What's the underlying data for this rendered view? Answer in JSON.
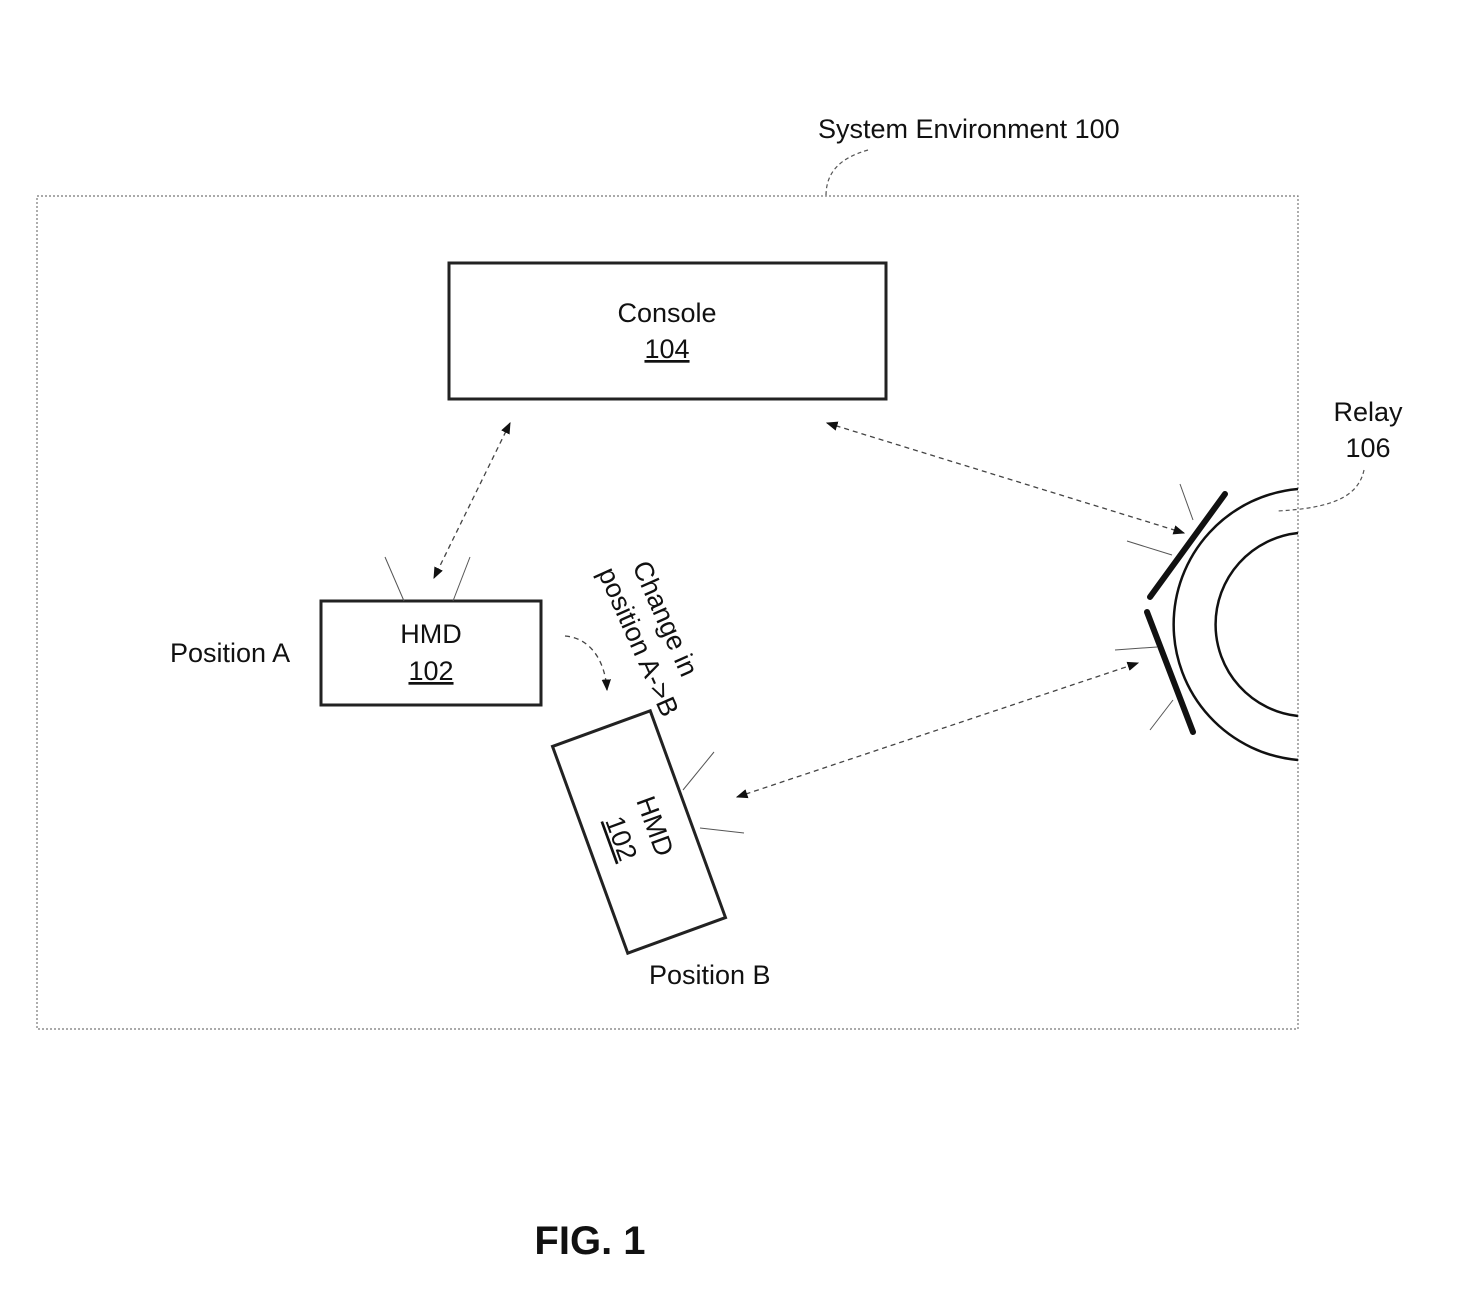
{
  "system_environment": {
    "label": "System Environment 100"
  },
  "console": {
    "name": "Console",
    "ref": "104"
  },
  "hmd_a": {
    "name": "HMD",
    "ref": "102",
    "position_label": "Position A"
  },
  "hmd_b": {
    "name": "HMD",
    "ref": "102",
    "position_label": "Position B"
  },
  "change": {
    "line1": "Change in",
    "line2": "position A->B"
  },
  "relay": {
    "name": "Relay",
    "ref": "106"
  },
  "figure": {
    "label": "FIG. 1"
  }
}
